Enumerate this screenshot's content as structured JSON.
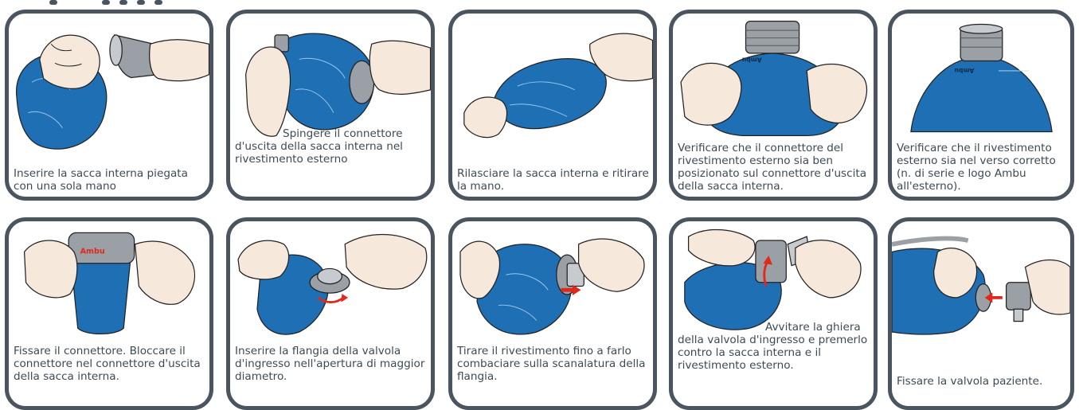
{
  "colors": {
    "frame": "#4a5560",
    "bag_blue": "#1e6fb3",
    "bag_blue_dark": "#0f4f8a",
    "skin": "#f6e9dc",
    "outline": "#222222",
    "connector_grey": "#9aa0a6",
    "arrow_red": "#e0281c",
    "text": "#3c4a56"
  },
  "steps": [
    {
      "caption": "Inserire la sacca interna piegata con una sola mano",
      "illustration": "hand-folding-bag-icon"
    },
    {
      "caption": "Spingere il connettore d'uscita della sacca interna nel rivestimento esterno",
      "illustration": "push-connector-icon"
    },
    {
      "caption": "Rilasciare la sacca interna e ritirare la mano.",
      "illustration": "release-bag-icon"
    },
    {
      "caption": "Verificare che il connettore del rivestimento esterno sia ben posizionato sul connettore d'uscita della sacca interna.",
      "illustration": "check-connector-icon",
      "label": "Ambu"
    },
    {
      "caption": "Verificare che il rivestimento esterno sia nel verso corretto (n. di serie e logo Ambu all'esterno).",
      "illustration": "check-orientation-icon",
      "label": "Ambu"
    },
    {
      "caption": "Fissare il connettore. Bloccare il connettore nel connettore d'uscita della sacca interna.",
      "illustration": "fix-connector-icon",
      "label": "Ambu"
    },
    {
      "caption": "Inserire la flangia della valvola d'ingresso nell'apertura di maggior diametro.",
      "illustration": "insert-flange-icon"
    },
    {
      "caption": "Tirare il rivestimento fino a farlo combaciare sulla scanalatura della flangia.",
      "illustration": "pull-cover-icon"
    },
    {
      "caption": "Avvitare la ghiera della valvola d'ingresso e premerlo contro la sacca interna e il rivestimento esterno.",
      "illustration": "screw-ring-icon"
    },
    {
      "caption": "Fissare la valvola paziente.",
      "illustration": "attach-patient-valve-icon"
    }
  ]
}
